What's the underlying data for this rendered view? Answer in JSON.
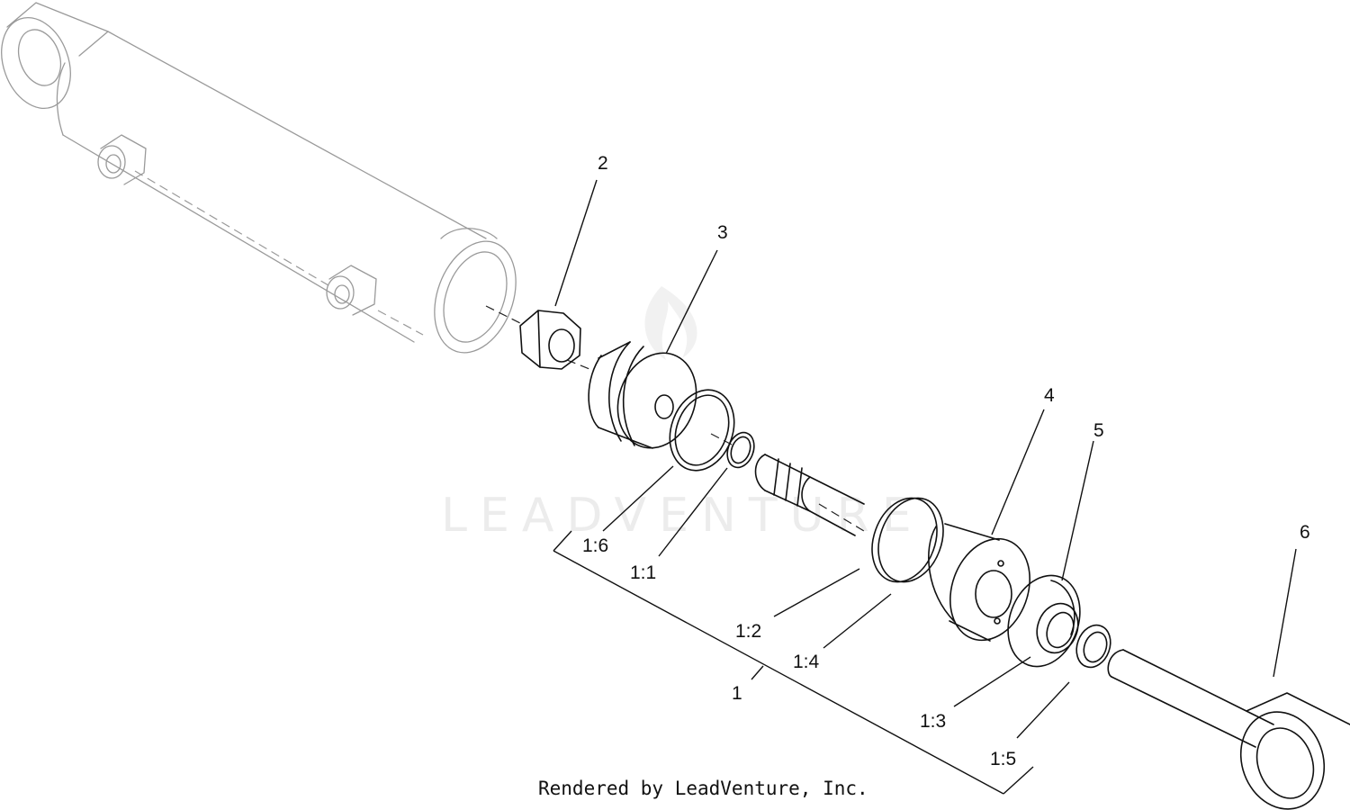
{
  "watermark": "LEADVENTURE",
  "credit": "Rendered by LeadVenture, Inc.",
  "callouts": {
    "c2": "2",
    "c3": "3",
    "c4": "4",
    "c5": "5",
    "c6": "6",
    "c1_6": "1:6",
    "c1_1": "1:1",
    "c1_2": "1:2",
    "c1_4": "1:4",
    "c1": "1",
    "c1_3": "1:3",
    "c1_5": "1:5"
  },
  "colors": {
    "ink": "#111111",
    "ghost": "#9a9a9a",
    "watermark": "#ececec",
    "background": "#ffffff"
  }
}
